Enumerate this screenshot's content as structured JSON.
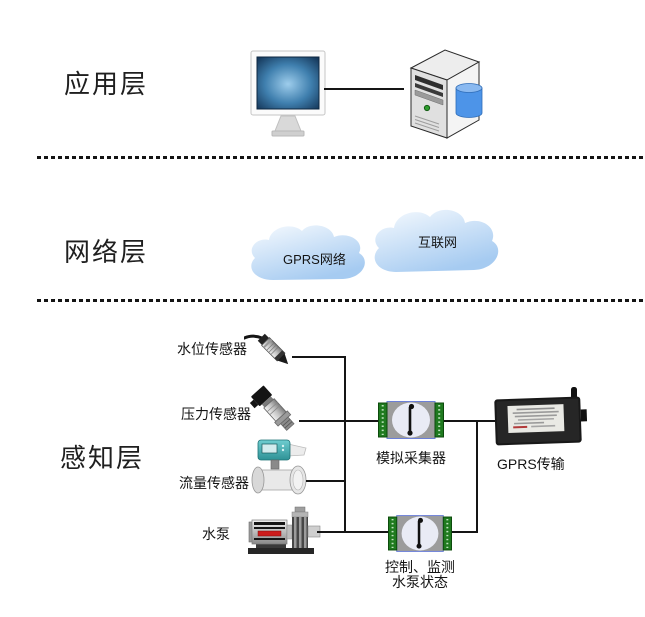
{
  "layer_labels": {
    "application": "应用层",
    "network": "网络层",
    "perception": "感知层"
  },
  "clouds": {
    "gprs": "GPRS网络",
    "internet": "互联网"
  },
  "devices": {
    "water_level_sensor": "水位传感器",
    "pressure_sensor": "压力传感器",
    "flow_sensor": "流量传感器",
    "water_pump": "水泵",
    "analog_collector": "模拟采集器",
    "gprs_transmitter": "GPRS传输",
    "pump_control": {
      "line1": "控制、监测",
      "line2": "水泵状态"
    }
  },
  "icons": {
    "monitor": "monitor-icon",
    "server": "server-icon",
    "gprs_cloud": "cloud-icon",
    "internet_cloud": "cloud-icon",
    "water_level_sensor": "level-probe-icon",
    "pressure_sensor": "pressure-transmitter-icon",
    "flow_sensor": "electromagnetic-flowmeter-icon",
    "water_pump": "pump-icon",
    "analog_collector_module": "io-module-icon",
    "pump_control_module": "io-module-icon",
    "gprs_modem": "gprs-modem-icon"
  },
  "colors": {
    "line": "#151515",
    "cloud_top": "#f3f9fe",
    "cloud_bottom": "#a6cbf1",
    "screen_center": "#9ecdec",
    "screen_edge": "#16395c",
    "database_blue": "#4d94e8",
    "terminal_green": "#1f7a1f",
    "module_body": "#9c9c9c",
    "module_border": "#6b7fd7",
    "flow_sensor_teal": "#44aeb2",
    "pump_red": "#cc1c1c",
    "gprs_body": "#1b1b1b"
  }
}
